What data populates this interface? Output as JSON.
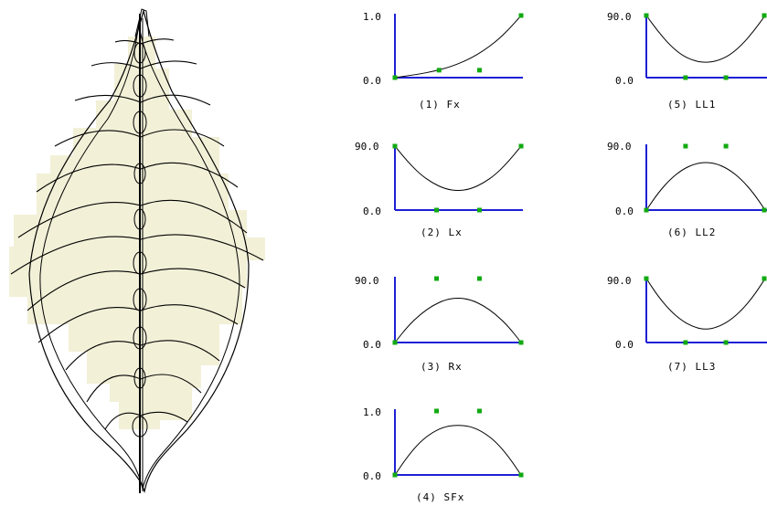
{
  "colors": {
    "leaf_fill": "#f2f0d7",
    "outline": "#000000",
    "axis": "#1f1fd6",
    "control_point": "#11aa11",
    "background": "#ffffff"
  },
  "graphs": [
    {
      "id": "fx",
      "label": "(1) Fx",
      "y_top": "1.0",
      "y_bottom": "0.0",
      "curve": [
        [
          0,
          0
        ],
        [
          0.1,
          0.03
        ],
        [
          0.2,
          0.06
        ],
        [
          0.3,
          0.1
        ],
        [
          0.4,
          0.15
        ],
        [
          0.5,
          0.22
        ],
        [
          0.6,
          0.31
        ],
        [
          0.7,
          0.43
        ],
        [
          0.8,
          0.58
        ],
        [
          0.9,
          0.77
        ],
        [
          1,
          1
        ]
      ],
      "control_points": [
        [
          0,
          0
        ],
        [
          0.35,
          0.12
        ],
        [
          0.67,
          0.12
        ],
        [
          1,
          1
        ]
      ]
    },
    {
      "id": "lx",
      "label": "(2) Lx",
      "y_top": "90.0",
      "y_bottom": "0.0",
      "curve": [
        [
          0,
          1
        ],
        [
          0.1,
          0.76
        ],
        [
          0.2,
          0.56
        ],
        [
          0.3,
          0.42
        ],
        [
          0.4,
          0.33
        ],
        [
          0.5,
          0.3
        ],
        [
          0.6,
          0.33
        ],
        [
          0.7,
          0.42
        ],
        [
          0.8,
          0.56
        ],
        [
          0.9,
          0.76
        ],
        [
          1,
          1
        ]
      ],
      "control_points": [
        [
          0,
          1
        ],
        [
          0.33,
          0
        ],
        [
          0.67,
          0
        ],
        [
          1,
          1
        ]
      ]
    },
    {
      "id": "rx",
      "label": "(3) Rx",
      "y_top": "90.0",
      "y_bottom": "0.0",
      "curve": [
        [
          0,
          0
        ],
        [
          0.1,
          0.25
        ],
        [
          0.2,
          0.44
        ],
        [
          0.3,
          0.58
        ],
        [
          0.4,
          0.67
        ],
        [
          0.5,
          0.7
        ],
        [
          0.6,
          0.67
        ],
        [
          0.7,
          0.58
        ],
        [
          0.8,
          0.44
        ],
        [
          0.9,
          0.25
        ],
        [
          1,
          0
        ]
      ],
      "control_points": [
        [
          0,
          0
        ],
        [
          0.33,
          1
        ],
        [
          0.67,
          1
        ],
        [
          1,
          0
        ]
      ]
    },
    {
      "id": "sfx",
      "label": "(4) SFx",
      "y_top": "1.0",
      "y_bottom": "0.0",
      "curve": [
        [
          0,
          0
        ],
        [
          0.1,
          0.29
        ],
        [
          0.2,
          0.52
        ],
        [
          0.3,
          0.67
        ],
        [
          0.4,
          0.76
        ],
        [
          0.5,
          0.78
        ],
        [
          0.6,
          0.76
        ],
        [
          0.7,
          0.67
        ],
        [
          0.8,
          0.52
        ],
        [
          0.9,
          0.29
        ],
        [
          1,
          0
        ]
      ],
      "control_points": [
        [
          0,
          0
        ],
        [
          0.33,
          1
        ],
        [
          0.67,
          1
        ],
        [
          1,
          0
        ]
      ]
    },
    {
      "id": "ll1",
      "label": "(5) LL1",
      "y_top": "90.0",
      "y_bottom": "0.0",
      "curve": [
        [
          0,
          1
        ],
        [
          0.1,
          0.74
        ],
        [
          0.2,
          0.52
        ],
        [
          0.3,
          0.36
        ],
        [
          0.4,
          0.27
        ],
        [
          0.5,
          0.24
        ],
        [
          0.6,
          0.27
        ],
        [
          0.7,
          0.36
        ],
        [
          0.8,
          0.52
        ],
        [
          0.9,
          0.74
        ],
        [
          1,
          1
        ]
      ],
      "control_points": [
        [
          0,
          1
        ],
        [
          0.33,
          0
        ],
        [
          0.67,
          0
        ],
        [
          1,
          1
        ]
      ]
    },
    {
      "id": "ll2",
      "label": "(6) LL2",
      "y_top": "90.0",
      "y_bottom": "0.0",
      "curve": [
        [
          0,
          0
        ],
        [
          0.1,
          0.27
        ],
        [
          0.2,
          0.48
        ],
        [
          0.3,
          0.63
        ],
        [
          0.4,
          0.72
        ],
        [
          0.5,
          0.75
        ],
        [
          0.6,
          0.72
        ],
        [
          0.7,
          0.63
        ],
        [
          0.8,
          0.48
        ],
        [
          0.9,
          0.27
        ],
        [
          1,
          0
        ]
      ],
      "control_points": [
        [
          0,
          0
        ],
        [
          0.33,
          1
        ],
        [
          0.67,
          1
        ],
        [
          1,
          0
        ]
      ]
    },
    {
      "id": "ll3",
      "label": "(7) LL3",
      "y_top": "90.0",
      "y_bottom": "0.0",
      "curve": [
        [
          0,
          1
        ],
        [
          0.1,
          0.72
        ],
        [
          0.2,
          0.5
        ],
        [
          0.3,
          0.34
        ],
        [
          0.4,
          0.24
        ],
        [
          0.5,
          0.2
        ],
        [
          0.6,
          0.24
        ],
        [
          0.7,
          0.34
        ],
        [
          0.8,
          0.5
        ],
        [
          0.9,
          0.72
        ],
        [
          1,
          1
        ]
      ],
      "control_points": [
        [
          0,
          1
        ],
        [
          0.33,
          0
        ],
        [
          0.67,
          0
        ],
        [
          1,
          1
        ]
      ]
    }
  ]
}
